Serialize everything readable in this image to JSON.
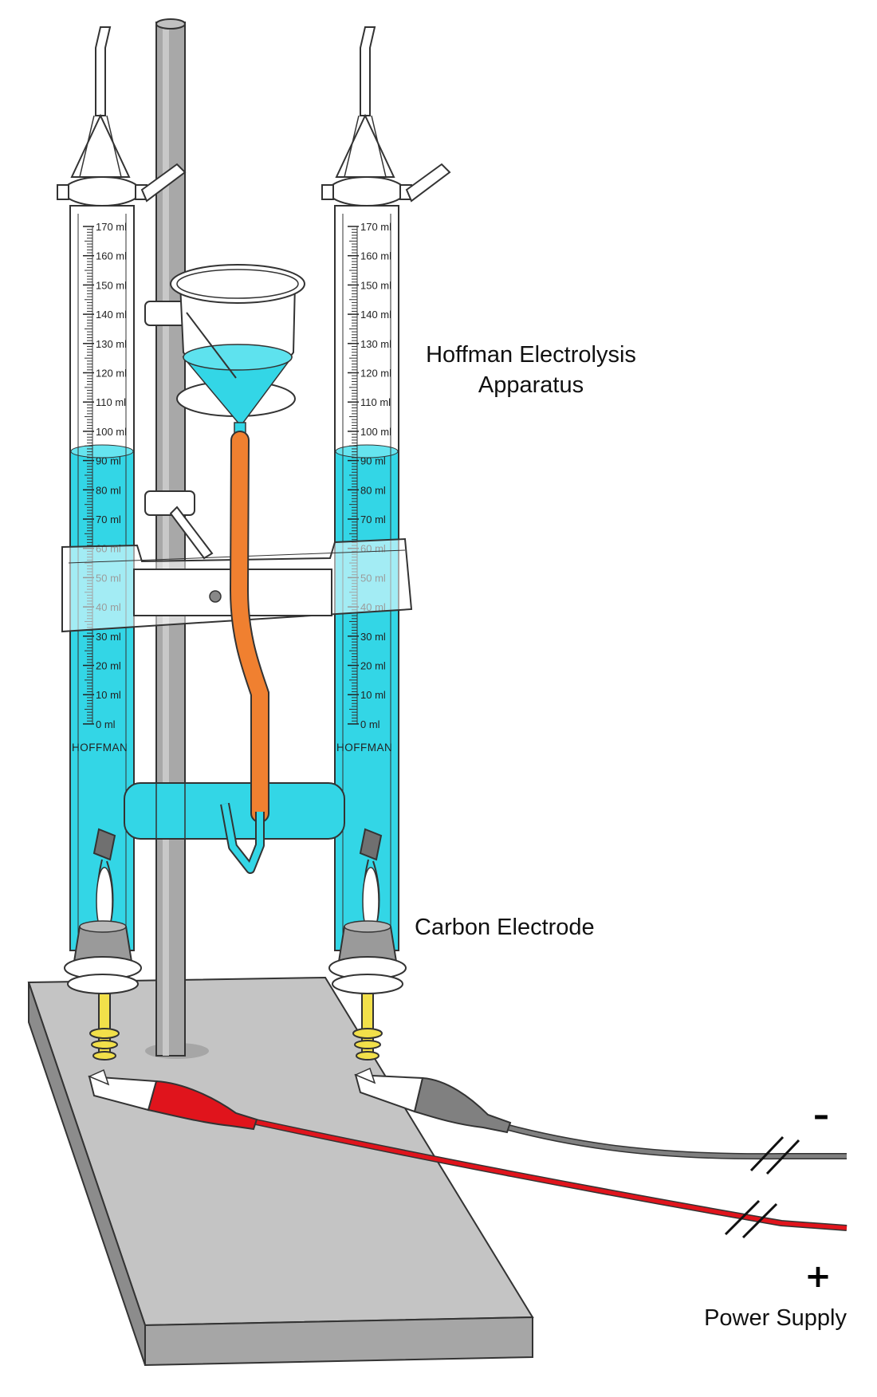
{
  "labels": {
    "apparatus_line1": "Hoffman Electrolysis",
    "apparatus_line2": "Apparatus",
    "electrode": "Carbon Electrode",
    "negative": "–",
    "positive": "+",
    "power_supply": "Power Supply"
  },
  "tube_brand": "HOFFMAN",
  "scale_marks": [
    "170 ml",
    "160 ml",
    "150 ml",
    "140 ml",
    "130 ml",
    "120 ml",
    "110 ml",
    "100 ml",
    "90 ml",
    "80 ml",
    "70 ml",
    "60 ml",
    "50 ml",
    "40 ml",
    "30 ml",
    "20 ml",
    "10 ml",
    "0 ml"
  ],
  "colors": {
    "water": "#33d6e6",
    "tubing": "#f08030",
    "red_lead": "#e0141c",
    "black_lead": "#808080",
    "base": "#c0c0c0",
    "rod": "#a8a8a8",
    "connector": "#f2e04a"
  }
}
